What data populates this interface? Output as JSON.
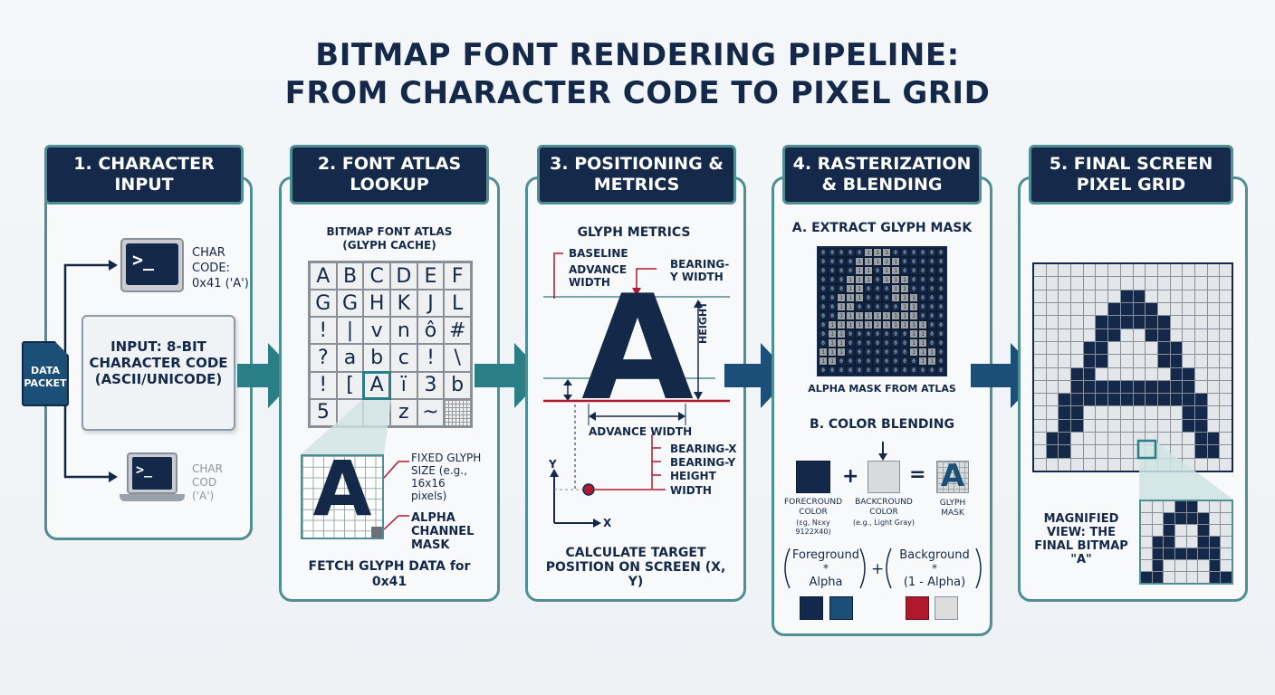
{
  "title_line1": "BITMAP FONT RENDERING PIPELINE:",
  "title_line2": "FROM CHARACTER CODE TO PIXEL GRID",
  "steps": [
    {
      "title": "1. CHARACTER INPUT"
    },
    {
      "title": "2. FONT ATLAS LOOKUP"
    },
    {
      "title": "3. POSITIONING & METRICS"
    },
    {
      "title": "4. RASTERIZATION & BLENDING"
    },
    {
      "title": "5. FINAL SCREEN PIXEL GRID"
    }
  ],
  "step1": {
    "data_packet": "DATA PACKET",
    "char_code_top": "CHAR CODE: 0x41 ('A')",
    "input": "INPUT: 8-BIT CHARACTER CODE (ASCII/UNICODE)",
    "char_code_bottom": "CHAR COD ('A')",
    "terminal_prompt": ">_"
  },
  "step2": {
    "atlas_title": "BITMAP FONT ATLAS (GLYPH CACHE)",
    "atlas_rows": [
      [
        "A",
        "B",
        "C",
        "D",
        "E",
        "F"
      ],
      [
        "G",
        "G",
        "H",
        "K",
        "J",
        "L"
      ],
      [
        "!",
        "|",
        "v",
        "n",
        "ô",
        "#"
      ],
      [
        "?",
        "a",
        "b",
        "c",
        "!",
        "\\"
      ],
      [
        "!",
        "[",
        "A",
        "ï",
        "3",
        "b"
      ],
      [
        "5",
        "",
        "",
        "z",
        "~",
        ""
      ]
    ],
    "fixed_size": "FIXED GLYPH SIZE (e.g., 16x16 pixels)",
    "alpha_mask": "ALPHA CHANNEL MASK",
    "fetch": "FETCH GLYPH DATA for 0x41",
    "glyph": "A"
  },
  "step3": {
    "glyph_metrics": "GLYPH METRICS",
    "baseline": "BASELINE",
    "advance_width": "ADVANCE WIDTH",
    "bearing_y_width": "BEARING-Y WIDTH",
    "height": "HEIGHT",
    "advance_width_bottom": "ADVANCE WIDTH",
    "bearing_x": "BEARING-X",
    "bearing_y": "BEARING-Y",
    "height2": "HEIGHT",
    "width": "WIDTH",
    "axis_y": "Y",
    "axis_x": "X",
    "calc": "CALCULATE TARGET POSITION ON SCREEN (X, Y)",
    "glyph": "A"
  },
  "step4": {
    "extract": "A. EXTRACT GLYPH MASK",
    "alpha_from_atlas": "ALPHA MASK FROM ATLAS",
    "color_blending": "B. COLOR BLENDING",
    "fg_label": "FORECROUND COLOR",
    "fg_sub": "(ɛɡ, Nɛxy 9122X40)",
    "bg_label": "BACKCROUND COLOR",
    "bg_sub": "(e.g., Light Gray)",
    "glyph_mask": "GLYPH MASK",
    "formula_fg": "Foreground",
    "formula_star1": "*",
    "formula_alpha": "Alpha",
    "formula_bg": "Background",
    "formula_star2": "*",
    "formula_one_minus": "(1 - Alpha)",
    "plus": "+",
    "equals": "=",
    "plus2": "+",
    "fg_color": "#14294a",
    "bg_color": "#d8dadc",
    "swatch_colors": [
      "#14294a",
      "#1b4f78",
      "#b0182e",
      "#dddddd"
    ]
  },
  "step5": {
    "magnified": "MAGNIFIED VIEW: THE FINAL BITMAP \"A\""
  },
  "colors": {
    "navy": "#14294a",
    "teal": "#4f8f93",
    "red": "#b0182e"
  }
}
